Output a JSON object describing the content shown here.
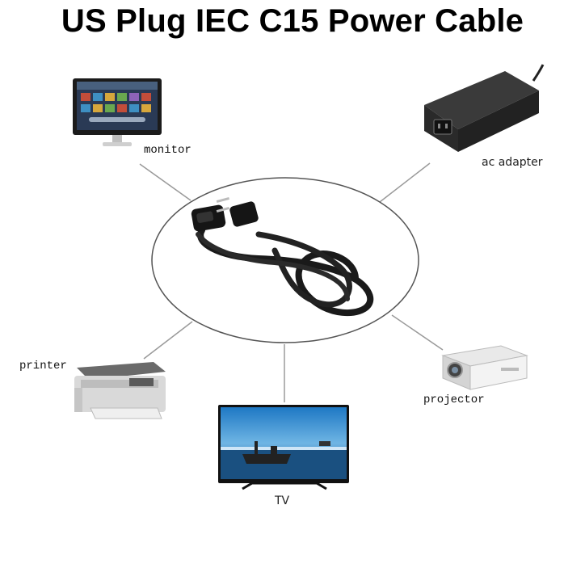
{
  "title": "US Plug IEC C15 Power Cable",
  "center": {
    "device": "power-cable"
  },
  "devices": {
    "monitor": {
      "label": "monitor",
      "icon": "monitor-icon"
    },
    "ac_adapter": {
      "label": "ac adapter",
      "icon": "ac-adapter-icon"
    },
    "printer": {
      "label": "printer",
      "icon": "printer-icon"
    },
    "tv": {
      "label": "TV",
      "icon": "tv-icon"
    },
    "projector": {
      "label": "projector",
      "icon": "projector-icon"
    }
  },
  "colors": {
    "line": "#9a9a9a",
    "ellipse": "#555555",
    "cable": "#1a1a1a"
  }
}
